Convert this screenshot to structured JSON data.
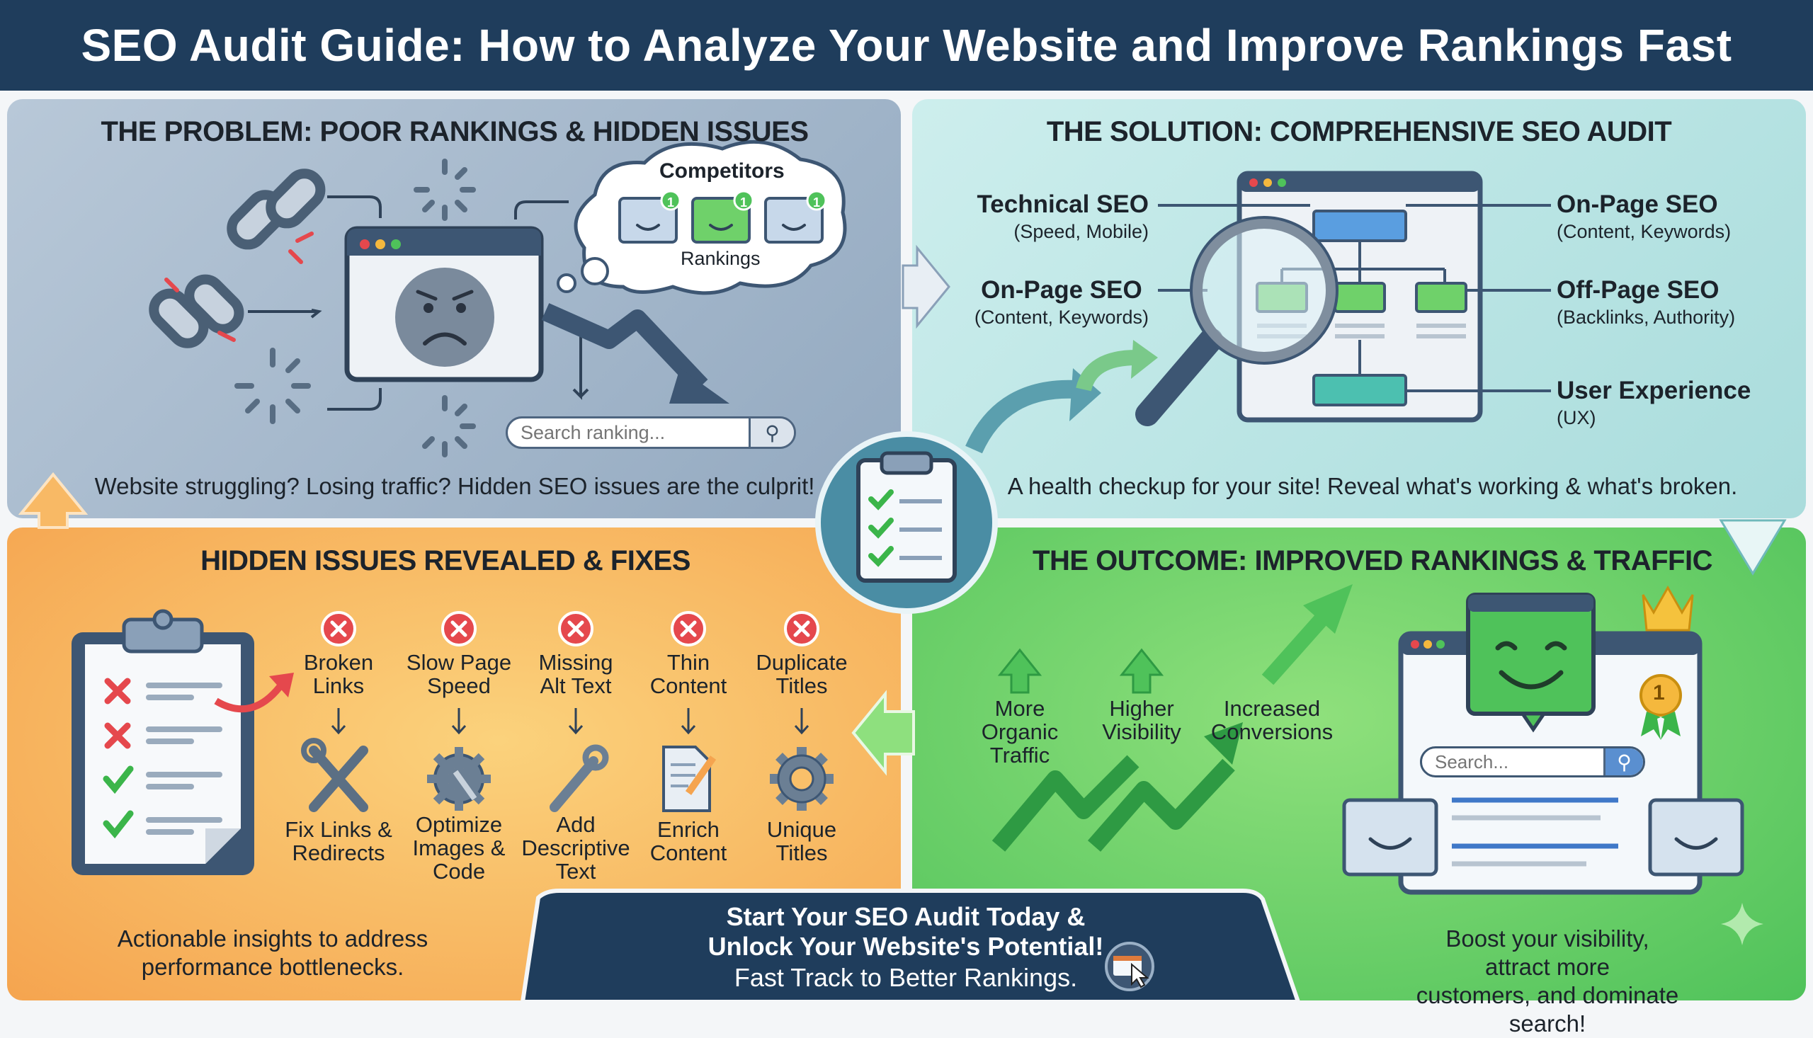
{
  "header": {
    "title": "SEO Audit Guide: How to Analyze Your Website and Improve Rankings Fast"
  },
  "problem": {
    "title": "THE PROBLEM: POOR RANKINGS & HIDDEN ISSUES",
    "cloud_title": "Competitors",
    "cloud_label": "Rankings",
    "badge": "1",
    "search_placeholder": "Search ranking...",
    "caption": "Website struggling? Losing traffic? Hidden SEO issues are the culprit!"
  },
  "solution": {
    "title": "THE SOLUTION: COMPREHENSIVE SEO AUDIT",
    "left_labels": [
      {
        "label": "Technical SEO",
        "sub": "(Speed, Mobile)"
      },
      {
        "label": "On-Page SEO",
        "sub": "(Content, Keywords)"
      }
    ],
    "right_labels": [
      {
        "label": "On-Page SEO",
        "sub": "(Content, Keywords)"
      },
      {
        "label": "Off-Page SEO",
        "sub": "(Backlinks, Authority)"
      },
      {
        "label": "User Experience",
        "sub": "(UX)"
      }
    ],
    "caption": "A health checkup for your site! Reveal what's working & what's broken."
  },
  "issues": {
    "title": "HIDDEN ISSUES REVEALED & FIXES",
    "items": [
      {
        "issue": "Broken\nLinks",
        "fix": "Fix Links &\nRedirects",
        "icon": "wrench-screwdriver-icon"
      },
      {
        "issue": "Slow Page\nSpeed",
        "fix": "Optimize\nImages &\nCode",
        "icon": "gear-wrench-icon"
      },
      {
        "issue": "Missing\nAlt Text",
        "fix": "Add\nDescriptive\nText",
        "icon": "wrench-icon"
      },
      {
        "issue": "Thin\nContent",
        "fix": "Enrich\nContent",
        "icon": "document-pencil-icon"
      },
      {
        "issue": "Duplicate\nTitles",
        "fix": "Unique\nTitles",
        "icon": "gear-icon"
      }
    ],
    "caption": "Actionable insights to address\nperformance bottlenecks."
  },
  "outcome": {
    "title": "THE OUTCOME: IMPROVED RANKINGS & TRAFFIC",
    "items": [
      "More\nOrganic\nTraffic",
      "Higher\nVisibility",
      "Increased\nConversions"
    ],
    "rank_badge": "1",
    "search_placeholder": "Search...",
    "caption": "Boost your visibility, attract more\ncustomers, and dominate search!"
  },
  "cta": {
    "line1": "Start Your SEO Audit Today &",
    "line2": "Unlock Your Website's Potential!",
    "line3": "Fast Track to Better Rankings."
  },
  "colors": {
    "navy": "#1f3d5c",
    "problem_bg": "#a7bacd",
    "solution_bg": "#bfe6e6",
    "issues_bg": "#f7b25e",
    "outcome_bg": "#6fd16a",
    "error_red": "#e5484d",
    "success_green": "#3bb54a"
  }
}
